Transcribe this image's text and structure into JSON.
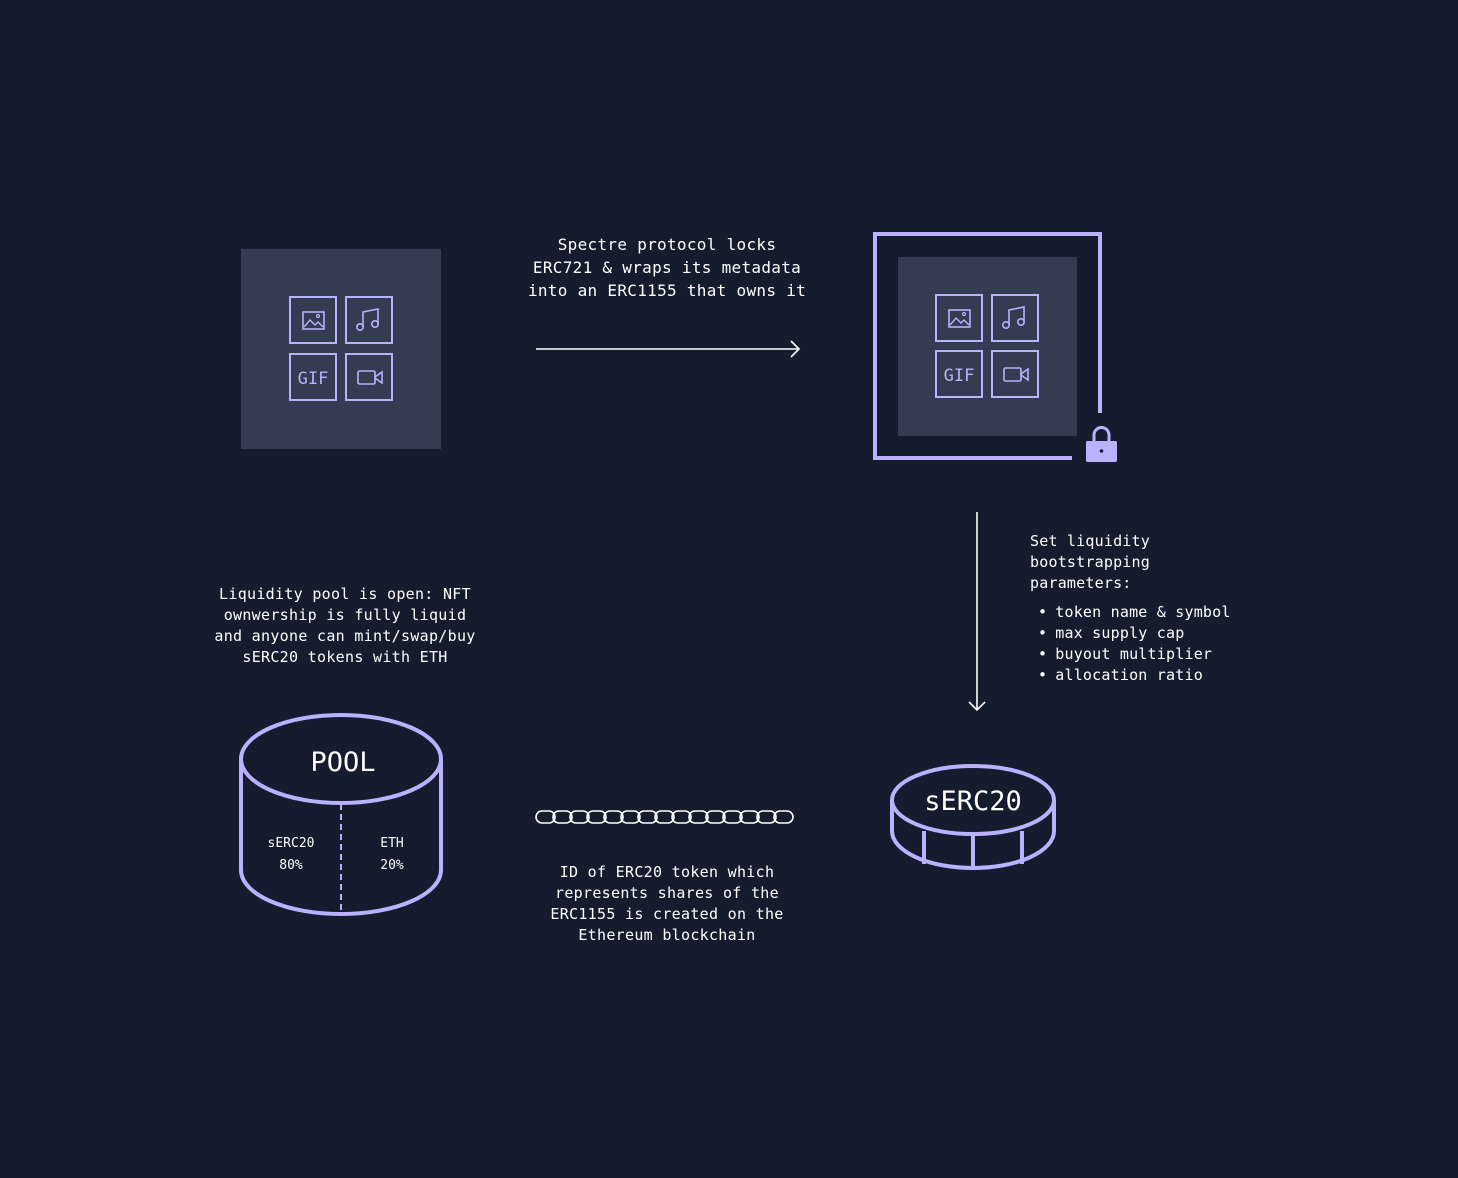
{
  "colors": {
    "background": "#141c2e",
    "card": "#333c50",
    "accent": "#b8b2ff",
    "text": "#ffffff"
  },
  "icons": [
    "image-icon",
    "music-note-icon",
    "gif-icon",
    "video-camera-icon",
    "lock-icon",
    "chain-icon",
    "arrow-right-icon",
    "arrow-down-icon"
  ],
  "nft_icon_label": "GIF",
  "lock_caption": [
    "Spectre protocol locks",
    "ERC721 & wraps its metadata",
    "into an ERC1155 that owns it"
  ],
  "params": {
    "heading": [
      "Set liquidity",
      "bootstrapping",
      "parameters:"
    ],
    "items": [
      "token name & symbol",
      "max supply cap",
      "buyout multiplier",
      "allocation ratio"
    ]
  },
  "pool_caption": [
    "Liquidity pool is open: NFT",
    "ownwership is fully liquid",
    "and anyone can mint/swap/buy",
    "sERC20 tokens with ETH"
  ],
  "pool": {
    "title": "POOL",
    "left": {
      "name": "sERC20",
      "share": "80%"
    },
    "right": {
      "name": "ETH",
      "share": "20%"
    }
  },
  "token": {
    "label": "sERC20"
  },
  "chain_caption": [
    "ID of ERC20 token which",
    "represents shares of the",
    "ERC1155 is created on the",
    "Ethereum blockchain"
  ]
}
